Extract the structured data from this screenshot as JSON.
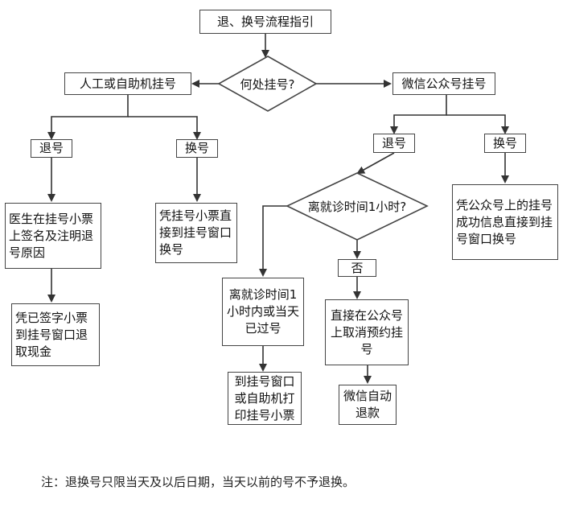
{
  "title": "退、换号流程指引",
  "question_where": "何处挂号?",
  "branch_offline": "人工或自助机挂号",
  "branch_wechat": "微信公众号挂号",
  "refund": "退号",
  "exchange": "换号",
  "offline_refund_step1": "医生在挂号小票上签名及注明退号原因",
  "offline_refund_step2": "凭已签字小票到挂号窗口退取现金",
  "offline_exchange_step": "凭挂号小票直接到挂号窗口换号",
  "wechat_exchange_step": "凭公众号上的挂号成功信息直接到挂号窗口换号",
  "question_time": "离就诊时间1小时?",
  "yes_case": "离就诊时间1小时内或当天已过号",
  "yes_action": "到挂号窗口或自助机打印挂号小票",
  "no_label": "否",
  "no_action": "直接在公众号上取消预约挂号",
  "no_result": "微信自动退款",
  "note": "注：退换号只限当天及以后日期，当天以前的号不予退换。"
}
